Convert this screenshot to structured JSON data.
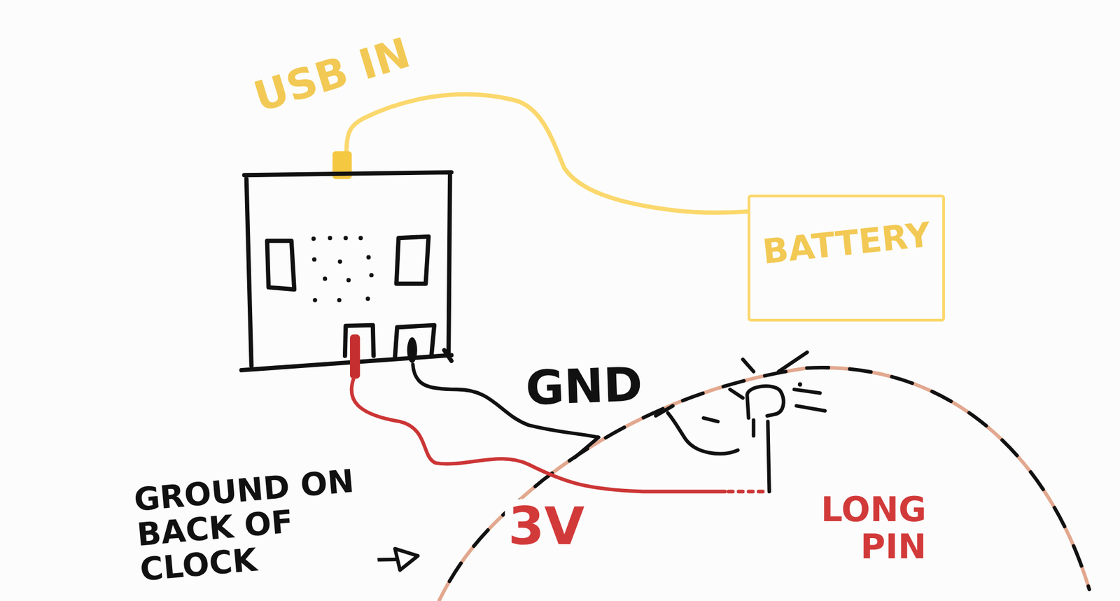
{
  "diagram": {
    "nodes": [
      {
        "text": [
          "BATTERY"
        ]
      }
    ],
    "labels": [
      "USB IN",
      "GND",
      "GROUND ON BACK OF CLOCK",
      "3V",
      "LONG PIN"
    ]
  }
}
